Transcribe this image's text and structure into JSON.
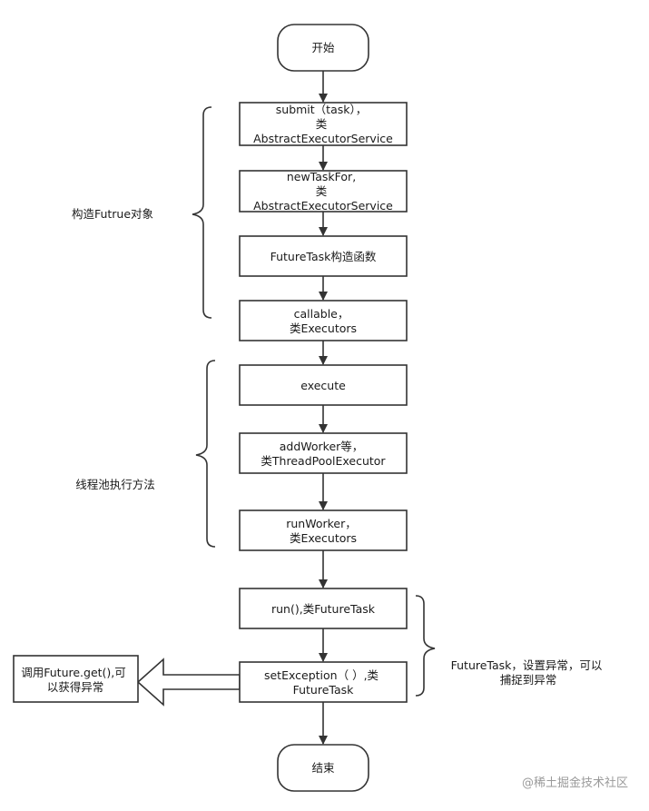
{
  "nodes": {
    "start": {
      "lines": [
        "开始"
      ]
    },
    "submit": {
      "lines": [
        "submit（task），",
        "类",
        "AbstractExecutorService"
      ]
    },
    "newtaskfor": {
      "lines": [
        "newTaskFor,",
        "类",
        "AbstractExecutorService"
      ]
    },
    "futuretask_ctor": {
      "lines": [
        "FutureTask构造函数"
      ]
    },
    "callable": {
      "lines": [
        "callable，",
        "类Executors"
      ]
    },
    "execute": {
      "lines": [
        "execute"
      ]
    },
    "addworker": {
      "lines": [
        "addWorker等，",
        "类ThreadPoolExecutor"
      ]
    },
    "runworker": {
      "lines": [
        "runWorker，",
        "类Executors"
      ]
    },
    "run": {
      "lines": [
        "run(),类FutureTask"
      ]
    },
    "setexception": {
      "lines": [
        "setException（ ）,类",
        "FutureTask"
      ]
    },
    "end": {
      "lines": [
        "结束"
      ]
    },
    "get": {
      "lines": [
        "调用Future.get(),可",
        "以获得异常"
      ]
    }
  },
  "groups": {
    "construct": {
      "lines": [
        "构造Futrue对象"
      ]
    },
    "threadpool": {
      "lines": [
        "线程池执行方法"
      ]
    },
    "futuretask_note": {
      "lines": [
        "FutureTask，设置异常，可以",
        "捕捉到异常"
      ]
    }
  },
  "watermark": "@稀土掘金技术社区"
}
